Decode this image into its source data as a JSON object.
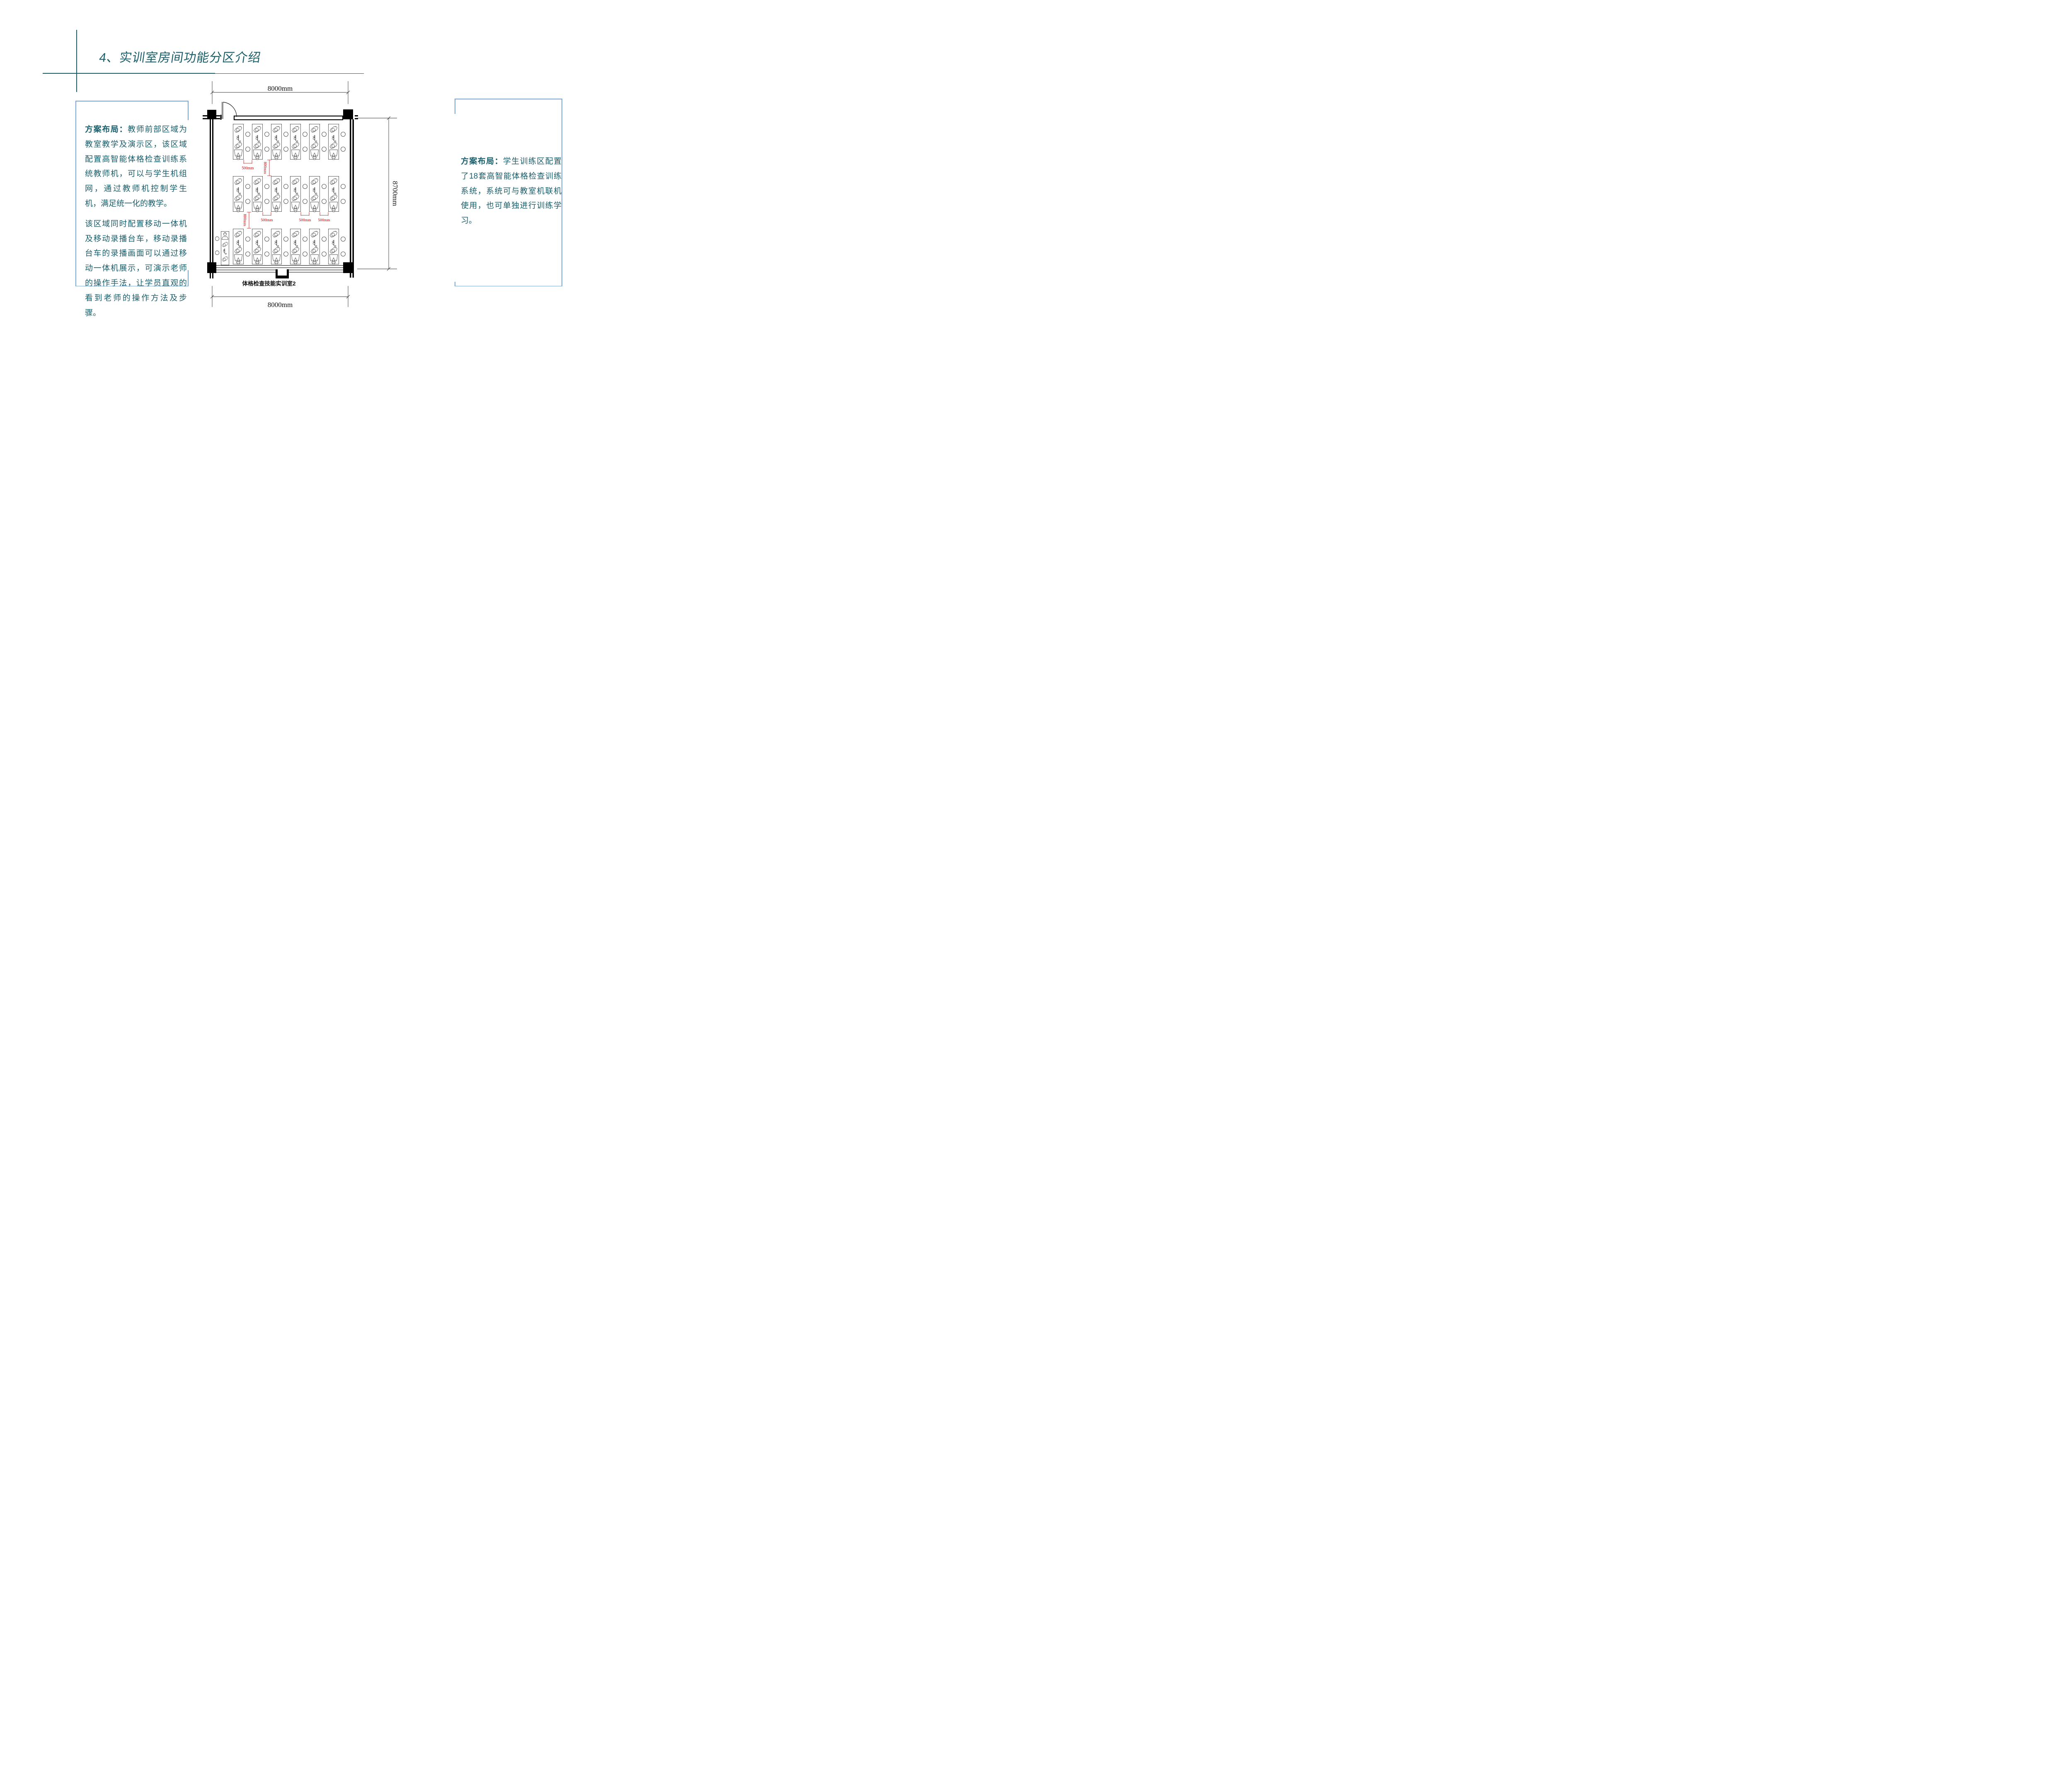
{
  "header": {
    "title": "4、实训室房间功能分区介绍",
    "title_color": "#195f6a",
    "accent_color": "#1b5e6b"
  },
  "left_panel": {
    "border_color": "#7aa4d4",
    "text_color": "#19606e",
    "label": "方案布局：",
    "para1": "教师前部区域为教室教学及演示区，该区域配置高智能体格检查训练系统教师机，可以与学生机组网，通过教师机控制学生机，满足统一化的教学。",
    "para2": "该区域同时配置移动一体机及移动录播台车，移动录播台车的录播画面可以通过移动一体机展示，可演示老师的操作手法，让学员直观的看到老师的操作方法及步骤。"
  },
  "right_panel": {
    "border_color": "#7aa4d4",
    "text_color": "#19606e",
    "label": "方案布局：",
    "para": "学生训练区配置了18套高智能体格检查训练系统，系统可与教室机联机使用，也可单独进行训练学习。"
  },
  "plan": {
    "room_label": "体格检查技能实训室2",
    "dim_top": "8000mm",
    "dim_bottom": "8000mm",
    "dim_right": "8700mm",
    "gap_h_label": "500mm",
    "gap_v_label": "800mm",
    "red": "#c00000",
    "rows": 3,
    "cols": 6,
    "student_station_count": 18,
    "has_teacher_station": true
  }
}
